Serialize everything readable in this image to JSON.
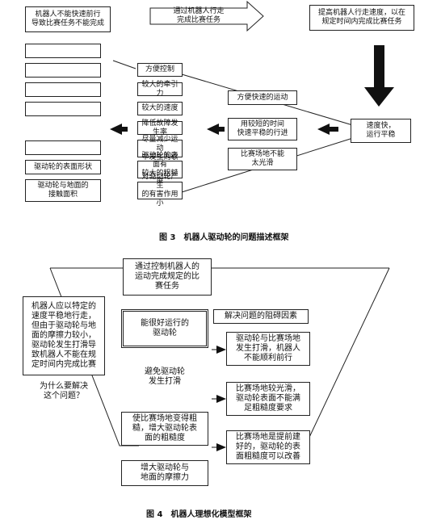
{
  "figure3": {
    "top_left": "机器人不能快速前行\n导致比赛任务不能完成",
    "top_arrow": "通过机器人行走\n完成比赛任务",
    "top_right": "提高机器人行走速度，以在\n规定时间内完成比赛任务",
    "right_node": "速度快，\n运行平稳",
    "mid_nodes": [
      "方便快速的运动",
      "用较短的时间\n快速平稳的行进",
      "比赛场地不能\n太光滑"
    ],
    "left_nodes": [
      "方便控制",
      "较大的牵引力",
      "较大的速度",
      "降低故障发生率",
      "尽量减少运动\n中发生则歇",
      "驱动轮的表面有\n较大的粗糙度",
      "对驱动轮产生\n的有害作用小"
    ],
    "output_labels": [
      "",
      "",
      "",
      "",
      "",
      "驱动轮的表面形状",
      "驱动轮与地面的\n接触面积"
    ],
    "caption": "图 3　机器人驱动轮的问题描述框架"
  },
  "figure4": {
    "top": "通过控制机器人的\n运动完成规定的比\n赛任务",
    "left_reason": "机器人应以特定的\n速度平稳地行走，\n但由于驱动轮与地\n面的摩擦力较小，\n驱动轮发生打滑导\n致机器人不能在规\n定时间内完成比赛",
    "why_question": "为什么要解决\n这个问题？",
    "obstacle_title": "解决问题的阻碍因素",
    "core_box": "能很好运行的\n驱动轮",
    "steps": [
      "避免驱动轮\n发生打滑",
      "使比赛场地变得粗\n糙，增大驱动轮表\n面的粗糙度",
      "增大驱动轮与\n地面的摩擦力"
    ],
    "obstacles": [
      "驱动轮与比赛场地\n发生打滑，机器人\n不能顺利前行",
      "比赛场地较光滑，\n驱动轮表面不能满\n足粗糙度要求",
      "比赛场地是提前建\n好的，驱动轮的表\n面粗糙度可以改善"
    ],
    "caption": "图 4　机器人理想化模型框架"
  }
}
